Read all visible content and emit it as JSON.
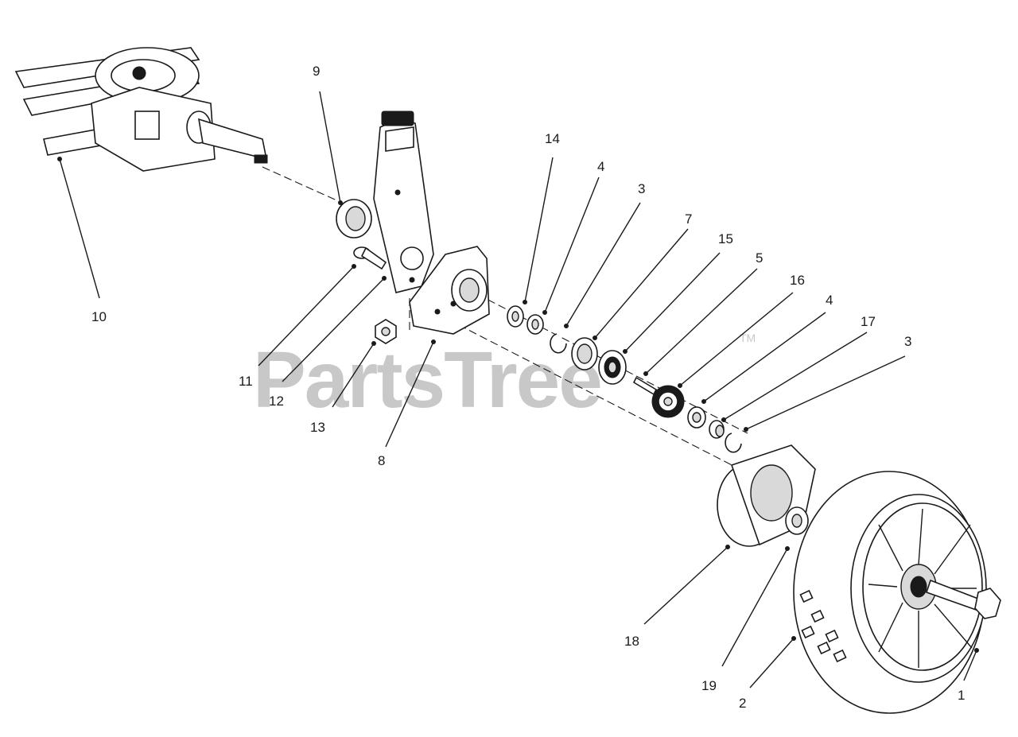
{
  "watermark": {
    "text": "PartsTree",
    "trademark": "TM"
  },
  "callouts": [
    {
      "id": "c9",
      "label": "9"
    },
    {
      "id": "c10",
      "label": "10"
    },
    {
      "id": "c11",
      "label": "11"
    },
    {
      "id": "c12",
      "label": "12"
    },
    {
      "id": "c13",
      "label": "13"
    },
    {
      "id": "c8",
      "label": "8"
    },
    {
      "id": "c14",
      "label": "14"
    },
    {
      "id": "c4a",
      "label": "4"
    },
    {
      "id": "c3a",
      "label": "3"
    },
    {
      "id": "c7",
      "label": "7"
    },
    {
      "id": "c15",
      "label": "15"
    },
    {
      "id": "c5",
      "label": "5"
    },
    {
      "id": "c16",
      "label": "16"
    },
    {
      "id": "c4b",
      "label": "4"
    },
    {
      "id": "c17",
      "label": "17"
    },
    {
      "id": "c3b",
      "label": "3"
    },
    {
      "id": "c18",
      "label": "18"
    },
    {
      "id": "c19",
      "label": "19"
    },
    {
      "id": "c2",
      "label": "2"
    },
    {
      "id": "c1",
      "label": "1"
    }
  ]
}
